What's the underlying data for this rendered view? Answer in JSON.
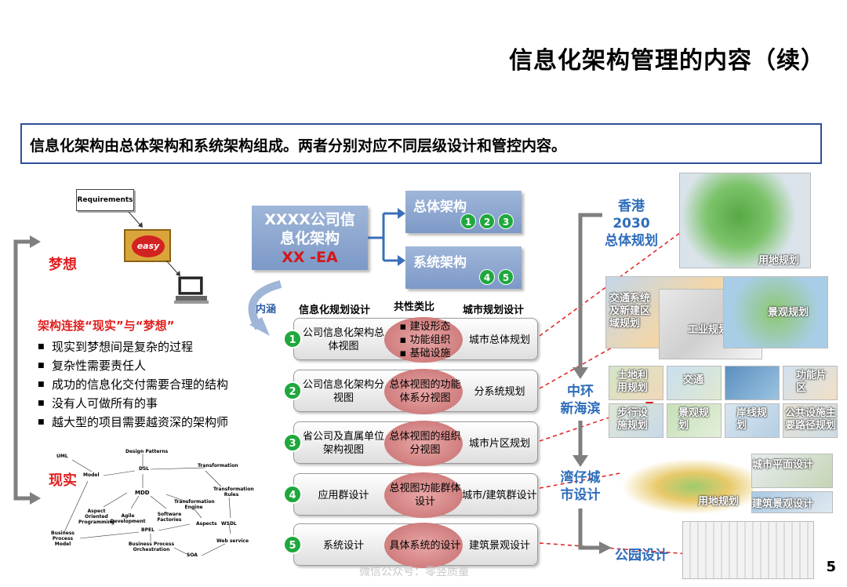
{
  "title": "信息化架构管理的内容（续）",
  "subtitle": "信息化架构由总体架构和系统架构组成。两者分别对应不同层级设计和管控内容。",
  "left": {
    "requirements": "Requirements",
    "easy": "easy",
    "dream": "梦想",
    "reality": "现实",
    "heading": "架构连接“现实”与“梦想”",
    "bullets": [
      "现实到梦想间是复杂的过程",
      "复杂性需要责任人",
      "成功的信息化交付需要合理的结构",
      "没有人可做所有的事",
      "越大型的项目需要越资深的架构师"
    ],
    "mdd_nodes": [
      "UML",
      "Design Patterns",
      "Transformation",
      "Model",
      "DSL",
      "MDD",
      "Transformation Rules",
      "Aspect Oriented Programming",
      "Agile Development",
      "Software Factories",
      "Transformation Engine",
      "Aspects",
      "WSDL",
      "Business Process Model",
      "BPEL",
      "Business Process Orchestration",
      "SOA",
      "Web service"
    ]
  },
  "center": {
    "ea_line1": "XXXX公司信",
    "ea_line2": "息化架构",
    "ea_line3": "XX -EA",
    "overall": "总体架构",
    "overall_nums": [
      "1",
      "2",
      "3"
    ],
    "system": "系统架构",
    "system_nums": [
      "4",
      "5"
    ],
    "neihan": "内涵",
    "headers": [
      "信息化规划设计",
      "共性类比",
      "城市规划设计"
    ],
    "rows": [
      {
        "num": "1",
        "left": "公司信息化架构总体视图",
        "mid": "▪ 建设形态\n▪ 功能组织\n▪ 基础设施",
        "right": "城市总体规划"
      },
      {
        "num": "2",
        "left": "公司信息化架构分视图",
        "mid": "总体视图的功能体系分视图",
        "right": "分系统规划"
      },
      {
        "num": "3",
        "left": "省公司及直属单位架构视图",
        "mid": "总体视图的组织分视图",
        "right": "城市片区规划"
      },
      {
        "num": "4",
        "left": "应用群设计",
        "mid": "总视图功能群体设计",
        "right": "城市/建筑群设计"
      },
      {
        "num": "5",
        "left": "系统设计",
        "mid": "具体系统的设计",
        "right": "建筑景观设计"
      }
    ]
  },
  "right": {
    "hk": "香港\n2030\n总体规划",
    "central": "中环\n新海滨",
    "wanchai": "湾仔城\n市设计",
    "park": "公园设计",
    "maps": {
      "landuse": "用地规划",
      "traffic": "交通系统及新建区域规划",
      "industry": "工业规划",
      "landscape": "景观规划",
      "land": "土地利用规划",
      "transport": "交通",
      "func": "功能片区",
      "walk": "步行设施规划",
      "view": "景观规划",
      "shore": "岸线规划",
      "public": "公共设施主要路径规划",
      "plane": "城市平面设计",
      "landuse2": "用地规划",
      "arch": "建筑景观设计"
    }
  },
  "watermark": "微信公众号：零竖质量",
  "page_number": "5"
}
